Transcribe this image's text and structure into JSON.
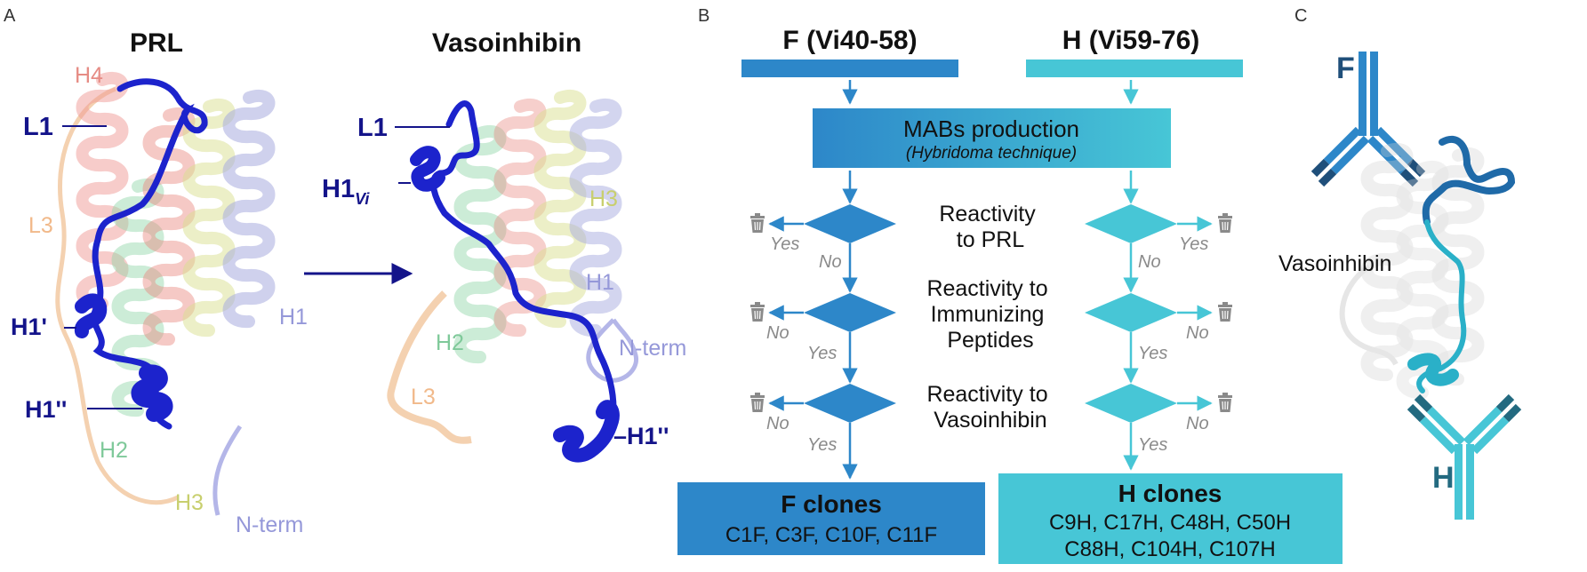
{
  "colors": {
    "f_blue": "#2d87c9",
    "f_blue_dark": "#1f4f7a",
    "h_cyan": "#47c6d6",
    "h_teal_dark": "#236a80",
    "navy": "#14148a",
    "ribbon_blue": "#1c23cc",
    "trash_gray": "#8a8a8a"
  },
  "panel_a": {
    "letter": "A",
    "prl_title": "PRL",
    "vaso_title": "Vasoinhibin",
    "prl_labels": {
      "h4": "H4",
      "l1": "L1",
      "l3": "L3",
      "h1p": "H1'",
      "h1": "H1",
      "h1pp": "H1''",
      "h2": "H2",
      "h3": "H3",
      "nterm": "N-term"
    },
    "vaso_labels": {
      "l1": "L1",
      "h1vi_main": "H1",
      "h1vi_sub": "Vi",
      "h3": "H3",
      "h1": "H1",
      "h2": "H2",
      "nterm": "N-term",
      "l3": "L3",
      "h1pp": "H1''"
    }
  },
  "panel_b": {
    "letter": "B",
    "f_title": "F (Vi40-58)",
    "h_title": "H (Vi59-76)",
    "production_title": "MABs production",
    "production_sub": "(Hybridoma technique)",
    "q1_lines": [
      "Reactivity",
      "to PRL"
    ],
    "q2_lines": [
      "Reactivity to",
      "Immunizing",
      "Peptides"
    ],
    "q3_lines": [
      "Reactivity to",
      "Vasoinhibin"
    ],
    "yes": "Yes",
    "no": "No",
    "f_clones_title": "F clones",
    "f_clones_list": "C1F, C3F, C10F, C11F",
    "h_clones_title": "H clones",
    "h_clones_line1": "C9H, C17H, C48H, C50H",
    "h_clones_line2": "C88H, C104H, C107H"
  },
  "panel_c": {
    "letter": "C",
    "f_label": "F",
    "h_label": "H",
    "vaso_label": "Vasoinhibin"
  }
}
